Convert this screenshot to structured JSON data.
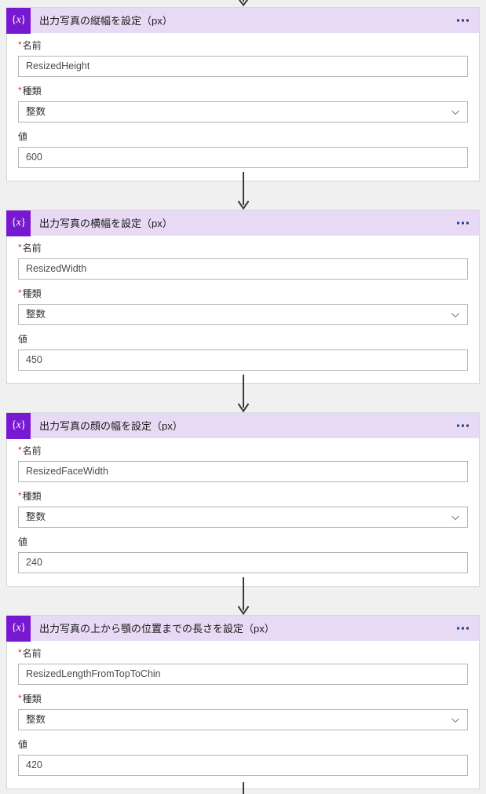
{
  "app": {
    "surface": "power-automate-flow-designer",
    "background_color": "#f0f0f0",
    "accent_color": "#7719d0",
    "header_color": "#e8daf5",
    "required_marker_color": "#d13438",
    "menu_dot_color": "#23418f"
  },
  "common": {
    "icon_glyph_open": "{",
    "icon_glyph_var": "x",
    "icon_glyph_close": "}",
    "required_marker": "*",
    "menu_label": "...",
    "label_name": "名前",
    "label_type": "種類",
    "label_value": "値",
    "type_value": "整数"
  },
  "cards": [
    {
      "title": "出力写真の縦幅を設定（px）",
      "name_value": "ResizedHeight",
      "type_value": "整数",
      "value_value": "600"
    },
    {
      "title": "出力写真の横幅を設定（px）",
      "name_value": "ResizedWidth",
      "type_value": "整数",
      "value_value": "450"
    },
    {
      "title": "出力写真の顔の幅を設定（px）",
      "name_value": "ResizedFaceWidth",
      "type_value": "整数",
      "value_value": "240"
    },
    {
      "title": "出力写真の上から顎の位置までの長さを設定（px）",
      "name_value": "ResizedLengthFromTopToChin",
      "type_value": "整数",
      "value_value": "420"
    }
  ]
}
